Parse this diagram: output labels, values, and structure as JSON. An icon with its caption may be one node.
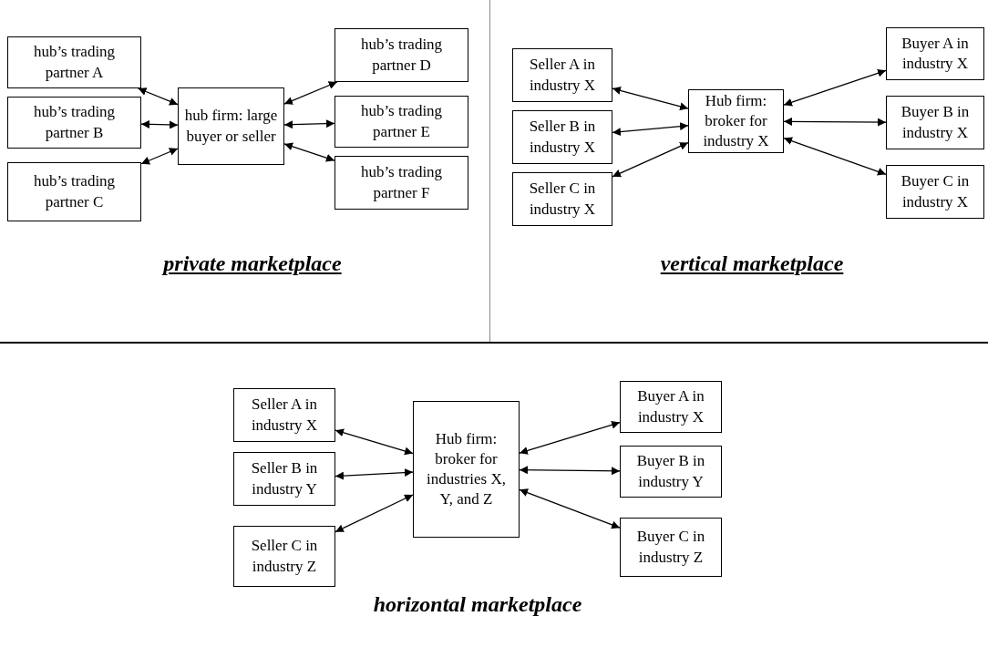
{
  "diagram": {
    "nodes": [
      {
        "text": [
          "hub’s trading partner A"
        ]
      },
      {
        "text": [
          "hub’s trading partner B"
        ]
      },
      {
        "text": [
          "hub’s trading partner C"
        ]
      },
      {
        "text": [
          "hub firm: large buyer or seller"
        ]
      },
      {
        "text": [
          "hub’s trading partner D"
        ]
      },
      {
        "text": [
          "hub’s trading partner E"
        ]
      },
      {
        "text": [
          "hub’s trading partner F"
        ]
      },
      {
        "text": [
          "Seller A in industry X"
        ]
      },
      {
        "text": [
          "Seller B in industry X"
        ]
      },
      {
        "text": [
          "Seller C in industry X"
        ]
      },
      {
        "text": [
          "Hub firm: broker for industry X"
        ]
      },
      {
        "text": [
          "Buyer A in industry X"
        ]
      },
      {
        "text": [
          "Buyer B in industry X"
        ]
      },
      {
        "text": [
          "Buyer C in industry X"
        ]
      },
      {
        "text": [
          "Seller A in industry X"
        ]
      },
      {
        "text": [
          "Seller B in industry Y"
        ]
      },
      {
        "text": [
          "Seller C in industry Z"
        ]
      },
      {
        "text": [
          "Hub firm: broker for industries X, Y, and Z"
        ]
      },
      {
        "text": [
          "Buyer A in industry X"
        ]
      },
      {
        "text": [
          "Buyer B in industry Y"
        ]
      },
      {
        "text": [
          "Buyer C in industry Z"
        ]
      }
    ],
    "edges": [
      {
        "from": 0,
        "to": 3,
        "arrow": "both"
      },
      {
        "from": 1,
        "to": 3,
        "arrow": "both"
      },
      {
        "from": 2,
        "to": 3,
        "arrow": "both"
      },
      {
        "from": 3,
        "to": 4,
        "arrow": "both"
      },
      {
        "from": 3,
        "to": 5,
        "arrow": "both"
      },
      {
        "from": 3,
        "to": 6,
        "arrow": "both"
      },
      {
        "from": 7,
        "to": 10,
        "arrow": "both"
      },
      {
        "from": 8,
        "to": 10,
        "arrow": "both"
      },
      {
        "from": 9,
        "to": 10,
        "arrow": "both"
      },
      {
        "from": 10,
        "to": 11,
        "arrow": "both"
      },
      {
        "from": 10,
        "to": 12,
        "arrow": "both"
      },
      {
        "from": 10,
        "to": 13,
        "arrow": "both"
      },
      {
        "from": 14,
        "to": 17,
        "arrow": "both"
      },
      {
        "from": 15,
        "to": 17,
        "arrow": "both"
      },
      {
        "from": 16,
        "to": 17,
        "arrow": "both"
      },
      {
        "from": 17,
        "to": 18,
        "arrow": "both"
      },
      {
        "from": 17,
        "to": 19,
        "arrow": "both"
      },
      {
        "from": 17,
        "to": 20,
        "arrow": "both"
      }
    ],
    "labels": [
      "private marketplace",
      "vertical marketplace",
      "horizontal marketplace"
    ]
  }
}
